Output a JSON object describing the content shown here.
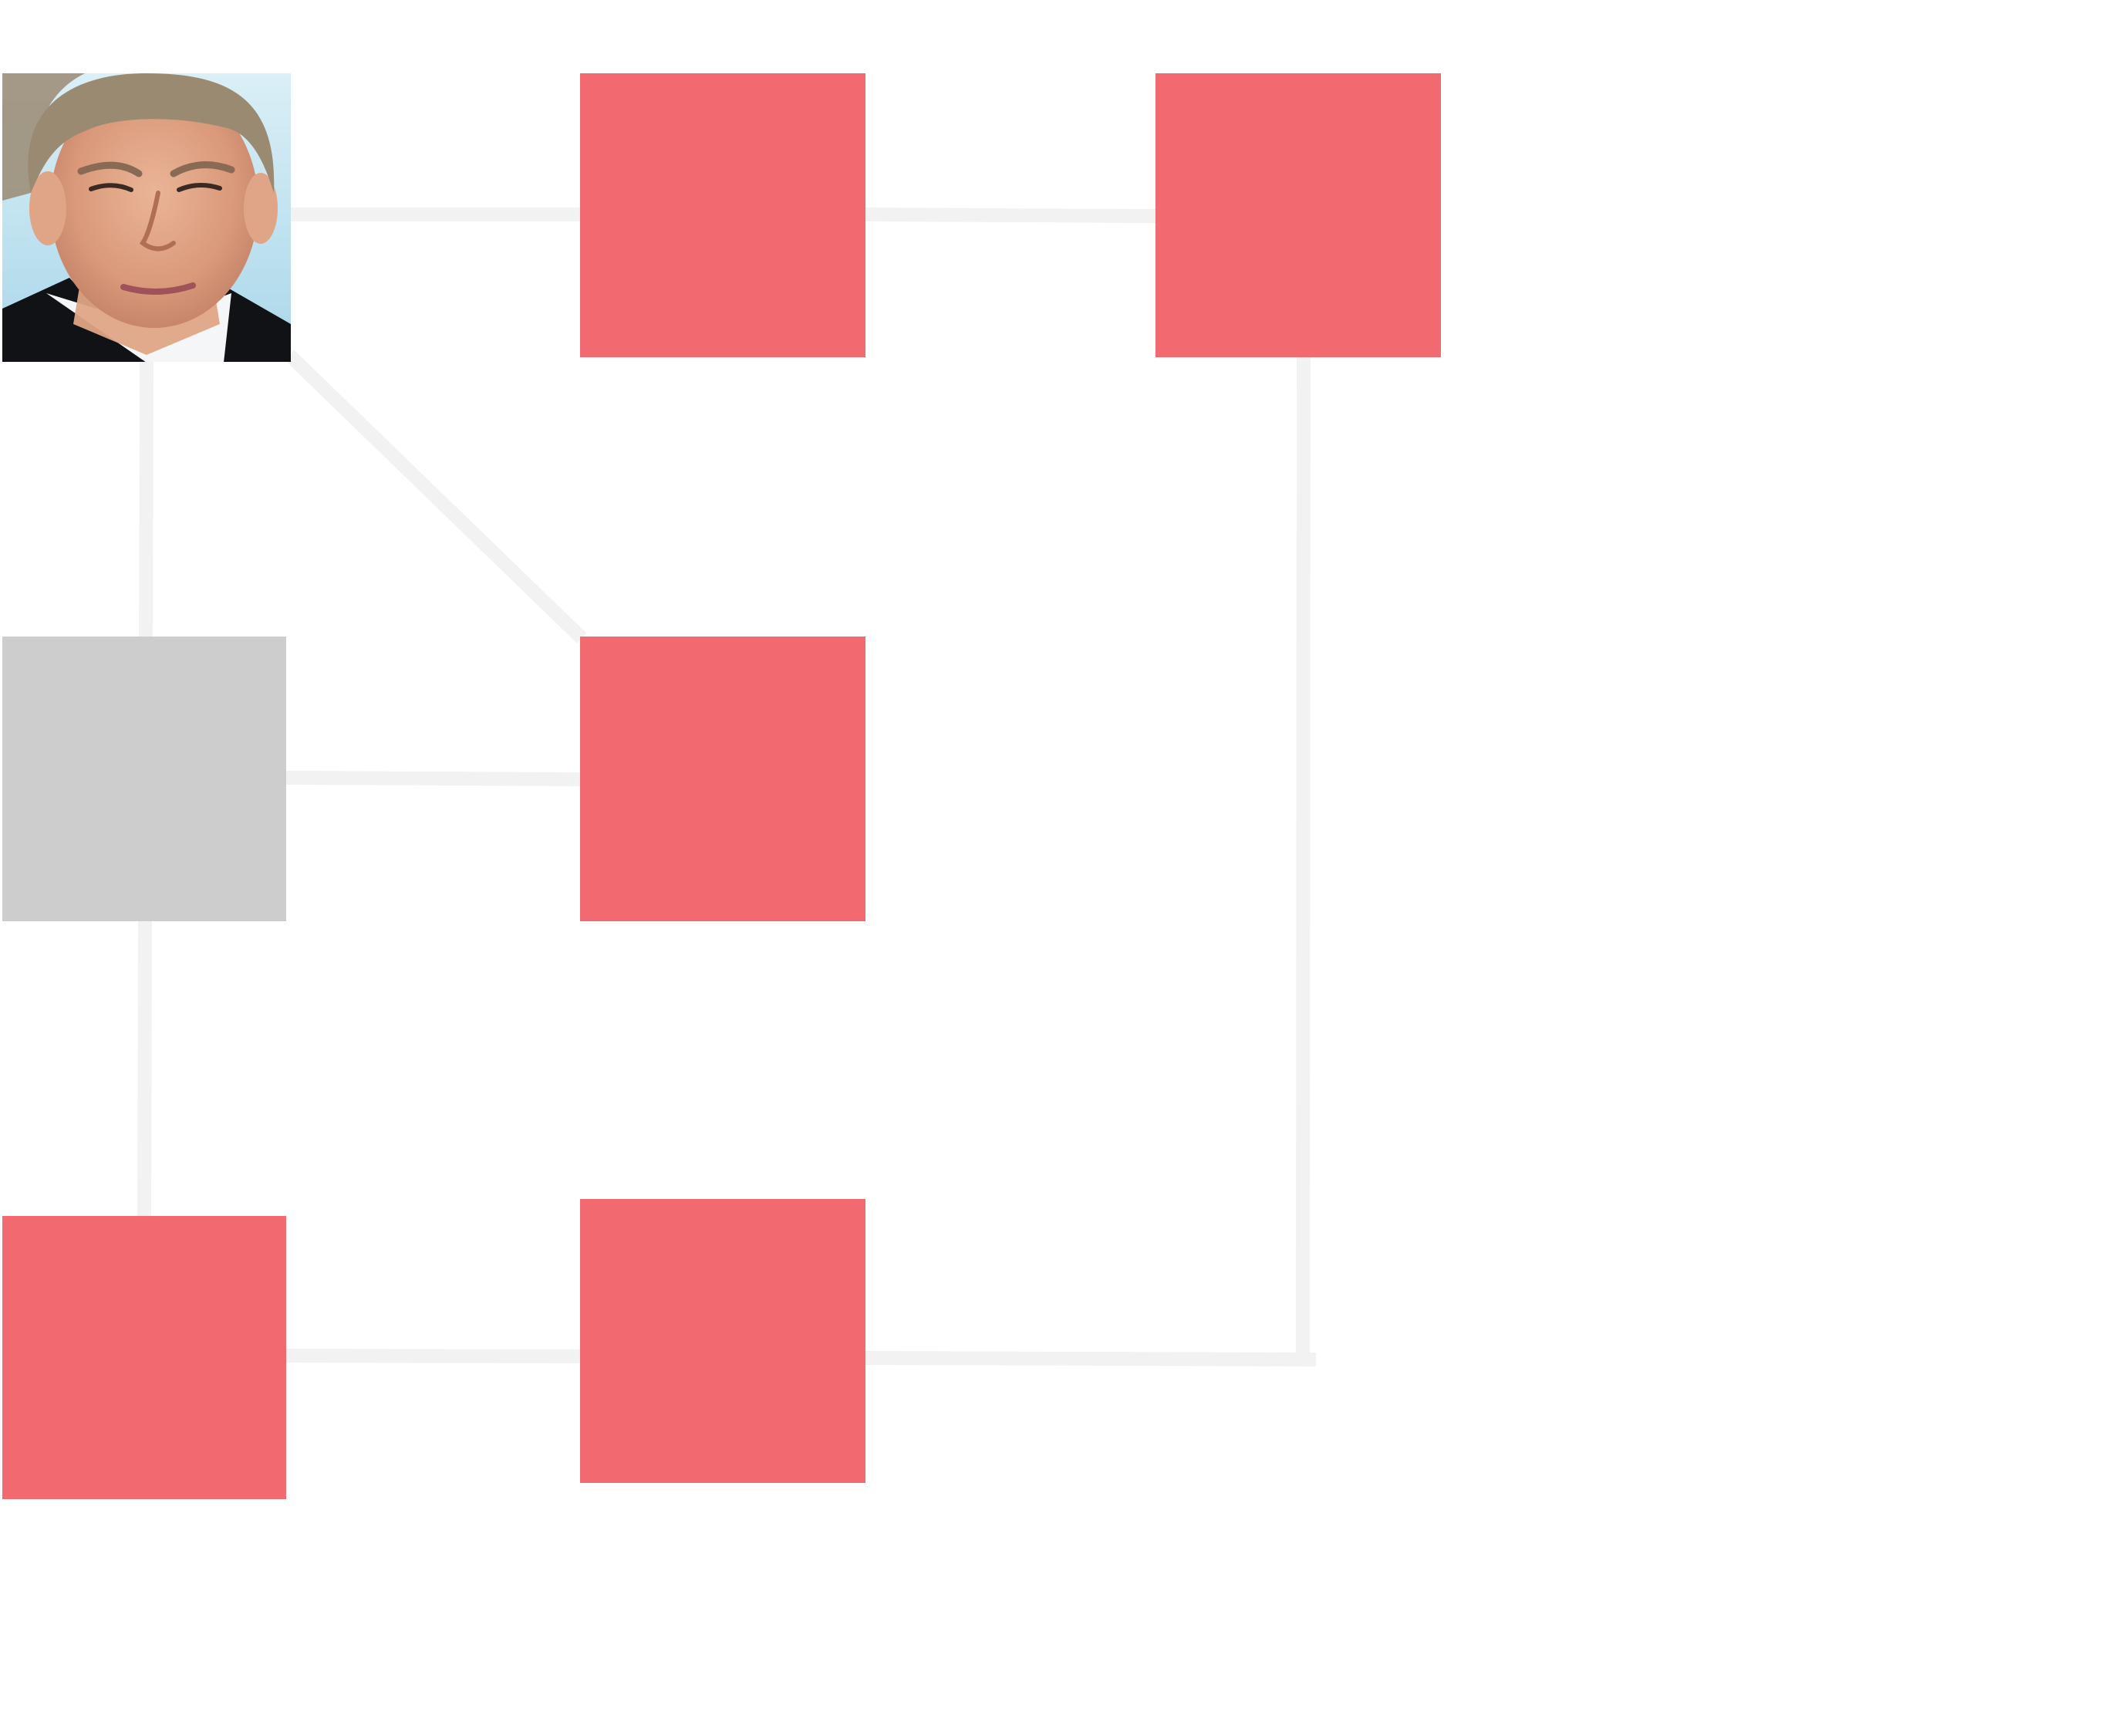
{
  "colors": {
    "background": "#ffffff",
    "connector": "#f2f2f2",
    "node_red": "#f2696f",
    "node_gray": "#cdcdcd",
    "skin": "#e0a586",
    "hair": "#9a8a72",
    "sky": "#bfe3ef",
    "suit": "#101216",
    "shirt": "#f4f6f8"
  },
  "nodes": [
    {
      "id": "portrait",
      "kind": "photo",
      "icon": "portrait-photo-icon"
    },
    {
      "id": "top-middle",
      "kind": "red"
    },
    {
      "id": "top-right",
      "kind": "red"
    },
    {
      "id": "middle-left",
      "kind": "gray"
    },
    {
      "id": "center",
      "kind": "red"
    },
    {
      "id": "bottom-left",
      "kind": "red"
    },
    {
      "id": "bottom-middle",
      "kind": "red"
    }
  ],
  "edges": [
    {
      "from": "portrait",
      "to": "top-middle"
    },
    {
      "from": "top-middle",
      "to": "top-right"
    },
    {
      "from": "portrait",
      "to": "middle-left"
    },
    {
      "from": "portrait",
      "to": "center"
    },
    {
      "from": "middle-left",
      "to": "center"
    },
    {
      "from": "middle-left",
      "to": "bottom-left"
    },
    {
      "from": "bottom-left",
      "to": "bottom-middle"
    },
    {
      "from": "bottom-middle",
      "to": "top-right",
      "routing": "elbow"
    }
  ]
}
